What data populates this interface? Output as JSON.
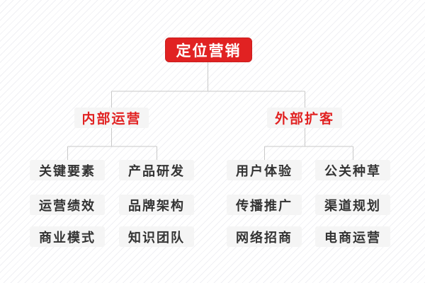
{
  "diagram": {
    "title": "定位营销",
    "root": {
      "label": "定位营销"
    },
    "branches": [
      {
        "label": "内部运营",
        "children": [
          "关键要素",
          "产品研发",
          "运营绩效",
          "品牌架构",
          "商业模式",
          "知识团队"
        ]
      },
      {
        "label": "外部扩客",
        "children": [
          "用户体验",
          "公关种草",
          "传播推广",
          "渠道规划",
          "网络招商",
          "电商运营"
        ]
      }
    ]
  },
  "colors": {
    "root_bg": "#e12222",
    "root_border": "#c81e1e",
    "root_text": "#ffffff",
    "branch_text": "#e12222",
    "node_bg": "#f5f5f5",
    "leaf_text": "#333333",
    "connector": "#c9c9c9",
    "background_hatch": "#f0f0f4"
  }
}
